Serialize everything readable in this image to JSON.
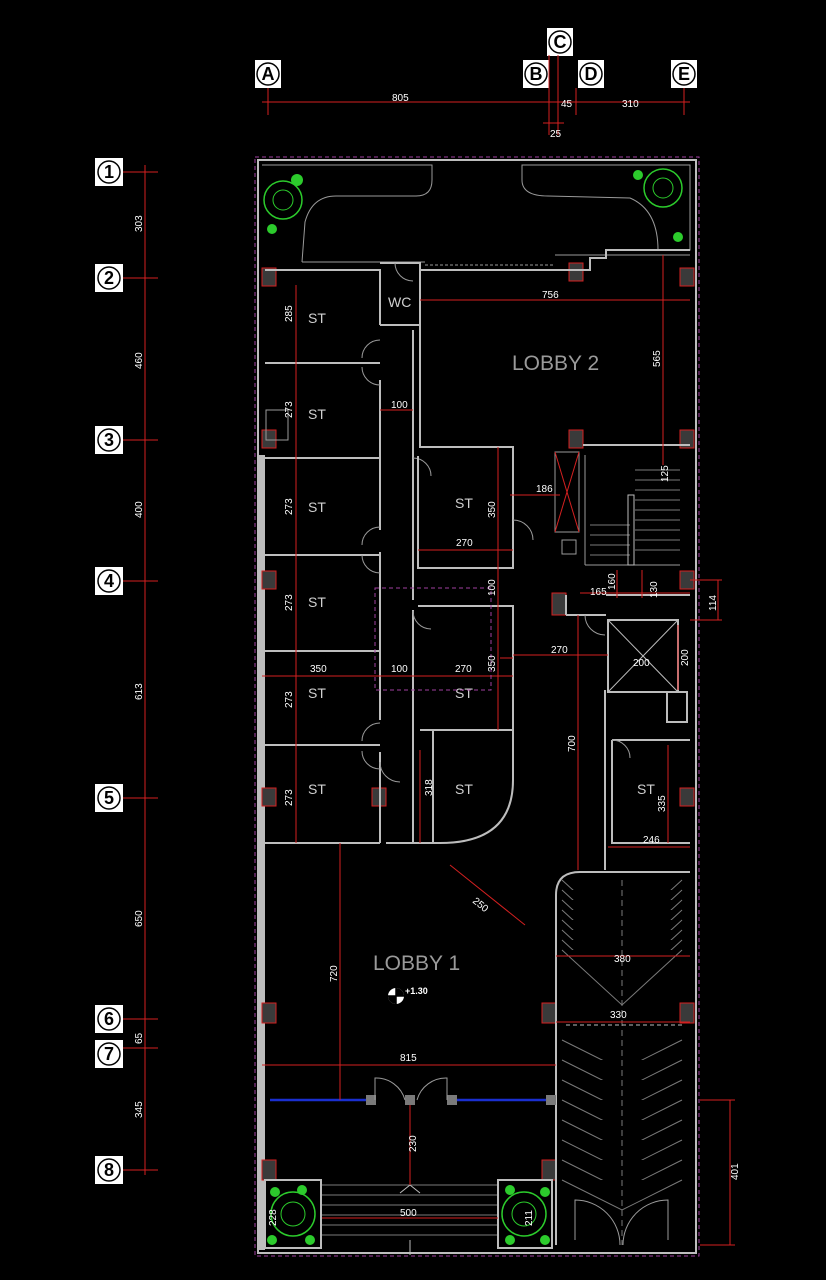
{
  "grid_columns": [
    {
      "id": "A",
      "label": "A"
    },
    {
      "id": "B",
      "label": "B"
    },
    {
      "id": "C",
      "label": "C"
    },
    {
      "id": "D",
      "label": "D"
    },
    {
      "id": "E",
      "label": "E"
    }
  ],
  "grid_rows": [
    {
      "id": "1",
      "label": "1"
    },
    {
      "id": "2",
      "label": "2"
    },
    {
      "id": "3",
      "label": "3"
    },
    {
      "id": "4",
      "label": "4"
    },
    {
      "id": "5",
      "label": "5"
    },
    {
      "id": "6",
      "label": "6"
    },
    {
      "id": "7",
      "label": "7"
    },
    {
      "id": "8",
      "label": "8"
    }
  ],
  "top_dimensions": {
    "a_b": "805",
    "c_d": "45",
    "d_e": "310",
    "b_c": "25"
  },
  "left_dimensions": {
    "r1_2": "303",
    "r2_3": "460",
    "r3_4": "400",
    "r4_5": "613",
    "r5_6": "650",
    "r6_7": "65",
    "r7_8": "345"
  },
  "rooms": {
    "wc": "WC",
    "lobby2": "LOBBY 2",
    "lobby1": "LOBBY 1",
    "st": "ST"
  },
  "level_marker": "+1.30",
  "interior_dimensions": {
    "d285": "285",
    "d756": "756",
    "d565": "565",
    "d273": "273",
    "d100": "100",
    "d125": "125",
    "d186": "186",
    "d350": "350",
    "d270": "270",
    "d165": "165",
    "d160": "160",
    "d130": "130",
    "d114": "114",
    "d200": "200",
    "d700": "700",
    "d318": "318",
    "d335": "335",
    "d246": "246",
    "d250": "250",
    "d380": "380",
    "d330": "330",
    "d720": "720",
    "d815": "815",
    "d230": "230",
    "d500": "500",
    "d401": "401",
    "d228": "228",
    "d211": "211"
  }
}
